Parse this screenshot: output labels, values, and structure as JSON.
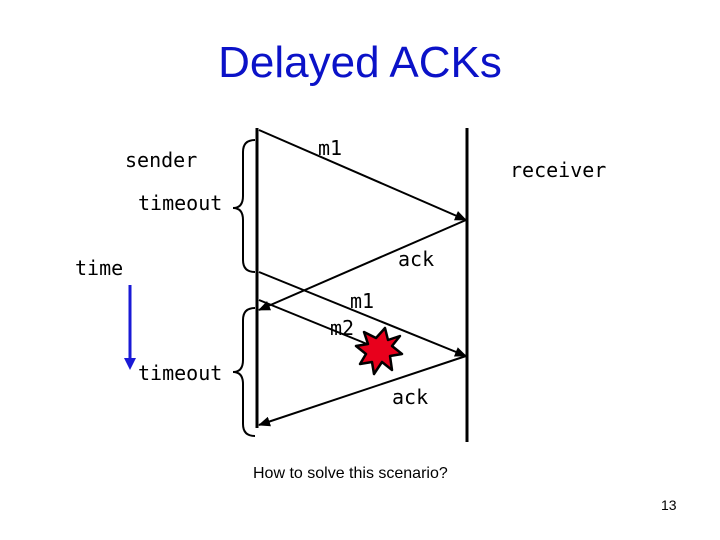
{
  "title": "Delayed ACKs",
  "labels": {
    "sender": "sender",
    "receiver": "receiver",
    "timeout_1": "timeout",
    "timeout_2": "timeout",
    "time": "time",
    "m1_first": "m1",
    "ack_first": "ack",
    "m1_second": "m1",
    "m2": "m2",
    "ack_second": "ack"
  },
  "question": "How to solve this scenario?",
  "page_number": "13",
  "colors": {
    "title": "#0b12c8",
    "time_arrow": "#1a1ad6",
    "lines": "#000000",
    "explosion_fill": "#e8001c",
    "explosion_stroke": "#000000"
  }
}
